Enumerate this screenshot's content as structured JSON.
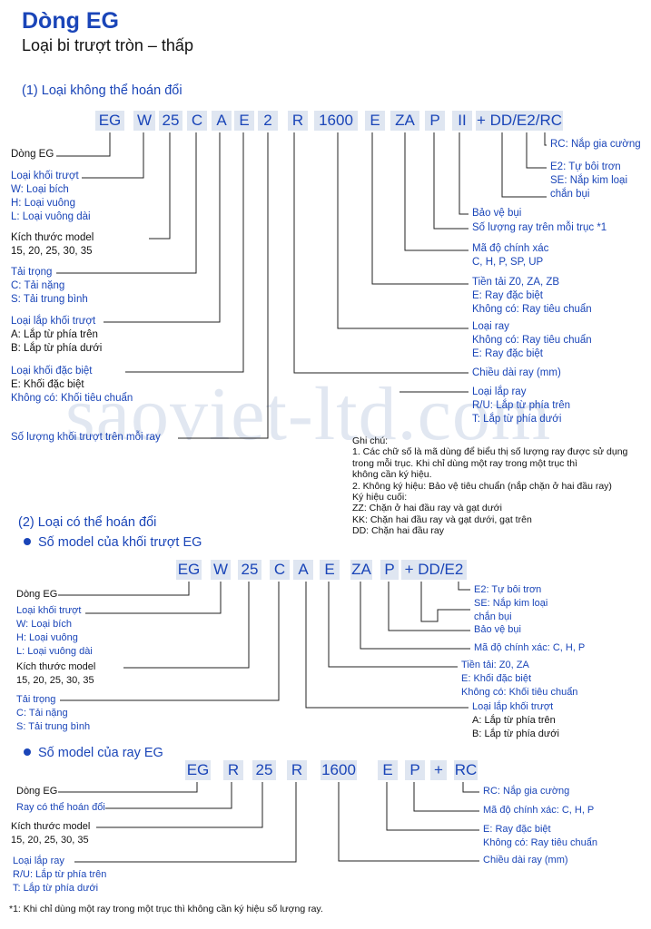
{
  "title": "Dòng EG",
  "subtitle": "Loại bi trượt tròn – thấp",
  "watermark": "saoviet-ltd.com",
  "section1": {
    "heading": "(1) Loại không thể hoán đổi",
    "code": [
      "EG",
      "W",
      "25",
      "C",
      "A",
      "E",
      "2",
      "R",
      "1600",
      "E",
      "ZA",
      "P",
      "II",
      "+ DD/E2/RC"
    ],
    "left": [
      {
        "lines": [
          {
            "text": "Dòng EG",
            "color": "black"
          }
        ]
      },
      {
        "lines": [
          {
            "text": "Loại khối trượt",
            "color": "blue"
          },
          {
            "text": "W: Loại bích",
            "color": "blue"
          },
          {
            "text": "H: Loại vuông",
            "color": "blue"
          },
          {
            "text": "L: Loại vuông dài",
            "color": "blue"
          }
        ]
      },
      {
        "lines": [
          {
            "text": "Kích thước model",
            "color": "black"
          },
          {
            "text": "15, 20, 25, 30, 35",
            "color": "black"
          }
        ]
      },
      {
        "lines": [
          {
            "text": "Tải trọng",
            "color": "blue"
          },
          {
            "text": "C: Tải nặng",
            "color": "blue"
          },
          {
            "text": "S: Tải trung bình",
            "color": "blue"
          }
        ]
      },
      {
        "lines": [
          {
            "text": "Loại lắp khối trượt",
            "color": "blue"
          },
          {
            "text": "A: Lắp từ phía trên",
            "color": "black"
          },
          {
            "text": "B: Lắp từ phía dưới",
            "color": "black"
          }
        ]
      },
      {
        "lines": [
          {
            "text": "Loại khối đặc biệt",
            "color": "blue"
          },
          {
            "text": "E: Khối đặc biệt",
            "color": "black"
          },
          {
            "text": "Không có: Khối tiêu chuẩn",
            "color": "blue"
          }
        ]
      },
      {
        "lines": [
          {
            "text": "Số lượng khối trượt trên mỗi ray",
            "color": "blue"
          }
        ]
      }
    ],
    "right": [
      {
        "lines": [
          {
            "text": "RC: Nắp gia cường",
            "color": "blue"
          }
        ]
      },
      {
        "lines": [
          {
            "text": "E2: Tự bôi trơn",
            "color": "blue"
          },
          {
            "text": "SE: Nắp kim loại",
            "color": "blue"
          },
          {
            "text": "chắn bụi",
            "color": "blue"
          }
        ]
      },
      {
        "lines": [
          {
            "text": "Bảo vệ bụi",
            "color": "blue"
          }
        ]
      },
      {
        "lines": [
          {
            "text": "Số lượng ray trên mỗi trục *1",
            "color": "blue"
          }
        ]
      },
      {
        "lines": [
          {
            "text": "Mã độ chính xác",
            "color": "blue"
          },
          {
            "text": "C, H, P, SP, UP",
            "color": "blue"
          }
        ]
      },
      {
        "lines": [
          {
            "text": "Tiền tải      Z0, ZA, ZB",
            "color": "blue"
          },
          {
            "text": "E: Ray đặc biệt",
            "color": "blue"
          },
          {
            "text": "Không có: Ray tiêu chuẩn",
            "color": "blue"
          }
        ]
      },
      {
        "lines": [
          {
            "text": "Loại ray",
            "color": "blue"
          },
          {
            "text": "Không có: Ray tiêu chuẩn",
            "color": "blue"
          },
          {
            "text": "E: Ray đặc biệt",
            "color": "blue"
          }
        ]
      },
      {
        "lines": [
          {
            "text": "Chiều dài ray (mm)",
            "color": "blue"
          }
        ]
      },
      {
        "lines": [
          {
            "text": "Loại lắp ray",
            "color": "blue"
          },
          {
            "text": "R/U: Lắp từ phía trên",
            "color": "blue"
          },
          {
            "text": "T: Lắp từ phía dưới",
            "color": "blue"
          }
        ]
      }
    ],
    "notes": [
      "Ghi chú:",
      "1. Các chữ số là mã dùng để biểu thị số lượng ray được sử dụng",
      "    trong mỗi trục. Khi chỉ dùng một ray trong một trục thì",
      "    không cần ký hiệu.",
      "2. Không ký hiệu: Bảo vệ tiêu chuẩn (nắp chặn ở hai đầu ray)",
      "    Ký hiệu cuối:",
      "    ZZ:  Chặn ở hai đầu ray và gạt dưới",
      "    KK:  Chặn hai đầu ray và gạt dưới, gạt trên",
      "    DD:  Chặn hai đầu ray"
    ]
  },
  "section2": {
    "heading": "(2) Loại có thể hoán đổi",
    "block_heading": "Số model của khối trượt EG",
    "block_code": [
      "EG",
      "W",
      "25",
      "C",
      "A",
      "E",
      "ZA",
      "P",
      "+ DD/E2"
    ],
    "block_left": [
      {
        "lines": [
          {
            "text": "Dòng EG",
            "color": "black"
          }
        ]
      },
      {
        "lines": [
          {
            "text": "Loại khối trượt",
            "color": "blue"
          },
          {
            "text": "W: Loại bích",
            "color": "blue"
          },
          {
            "text": "H: Loại vuông",
            "color": "blue"
          },
          {
            "text": "L: Loại vuông dài",
            "color": "blue"
          }
        ]
      },
      {
        "lines": [
          {
            "text": "Kích thước model",
            "color": "black"
          },
          {
            "text": "15, 20, 25, 30, 35",
            "color": "black"
          }
        ]
      },
      {
        "lines": [
          {
            "text": "Tải trọng",
            "color": "blue"
          },
          {
            "text": "C: Tải nặng",
            "color": "blue"
          },
          {
            "text": "S: Tải trung bình",
            "color": "blue"
          }
        ]
      }
    ],
    "block_right": [
      {
        "lines": [
          {
            "text": "E2: Tự bôi trơn",
            "color": "blue"
          },
          {
            "text": "SE: Nắp kim loại",
            "color": "blue"
          },
          {
            "text": "chắn bụi",
            "color": "blue"
          }
        ]
      },
      {
        "lines": [
          {
            "text": "Bảo vệ bụi",
            "color": "blue"
          }
        ]
      },
      {
        "lines": [
          {
            "text": "Mã độ chính xác: C, H, P",
            "color": "blue"
          }
        ]
      },
      {
        "lines": [
          {
            "text": "Tiền tải:  Z0, ZA",
            "color": "blue"
          },
          {
            "text": "E: Khối đặc biệt",
            "color": "blue"
          },
          {
            "text": "Không có: Khối tiêu chuẩn",
            "color": "blue"
          }
        ]
      },
      {
        "lines": [
          {
            "text": "Loại lắp khối trượt",
            "color": "blue"
          },
          {
            "text": "A: Lắp từ phía trên",
            "color": "black"
          },
          {
            "text": "B: Lắp từ phía dưới",
            "color": "black"
          }
        ]
      }
    ],
    "rail_heading": "Số model của ray EG",
    "rail_code": [
      "EG",
      "R",
      "25",
      "R",
      "1600",
      "E",
      "P",
      "+",
      "RC"
    ],
    "rail_left": [
      {
        "lines": [
          {
            "text": "Dòng EG",
            "color": "black"
          }
        ]
      },
      {
        "lines": [
          {
            "text": "Ray có thể hoán đổi",
            "color": "blue"
          }
        ]
      },
      {
        "lines": [
          {
            "text": "Kích thước model",
            "color": "black"
          },
          {
            "text": "15, 20, 25, 30, 35",
            "color": "black"
          }
        ]
      },
      {
        "lines": [
          {
            "text": "Loại lắp ray",
            "color": "blue"
          },
          {
            "text": "R/U: Lắp từ phía trên",
            "color": "blue"
          },
          {
            "text": "T: Lắp từ phía dưới",
            "color": "blue"
          }
        ]
      }
    ],
    "rail_right": [
      {
        "lines": [
          {
            "text": "RC: Nắp gia cường",
            "color": "blue"
          }
        ]
      },
      {
        "lines": [
          {
            "text": "Mã độ chính xác: C, H, P",
            "color": "blue"
          }
        ]
      },
      {
        "lines": [
          {
            "text": "E: Ray đặc biệt",
            "color": "blue"
          },
          {
            "text": "Không có: Ray tiêu chuẩn",
            "color": "blue"
          }
        ]
      },
      {
        "lines": [
          {
            "text": "Chiều dài ray (mm)",
            "color": "blue"
          }
        ]
      }
    ]
  },
  "footnote": "*1: Khi chỉ dùng một ray trong một trục thì không cần ký hiệu số lượng ray."
}
